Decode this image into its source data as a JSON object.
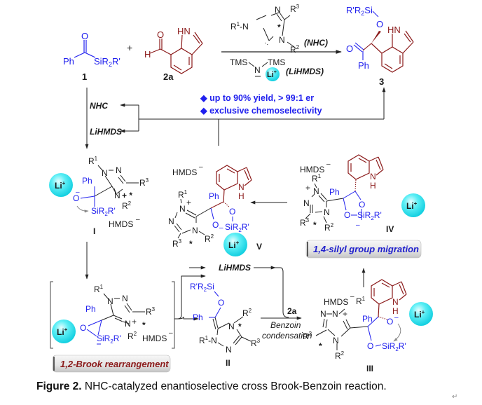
{
  "figure": {
    "caption_label": "Figure 2.",
    "caption_text": " NHC-catalyzed enantioselective cross Brook-Benzoin reaction.",
    "return_mark": "↵"
  },
  "colors": {
    "reagent_blue": "#2020ee",
    "indole_red": "#8b1a1a",
    "lithium_cyan": "#22d8e8",
    "text_black": "#1a1a1a"
  },
  "reaction": {
    "reactant_1": {
      "label": "1",
      "ph": "Ph",
      "o": "O",
      "si": "SiR2R'"
    },
    "plus": "+",
    "reactant_2a": {
      "label": "2a",
      "h": "H",
      "o": "O",
      "hn": "HN"
    },
    "catalyst": {
      "name": "(NHC)",
      "r1": "R1",
      "r2": "R2",
      "r3": "R3",
      "star": "*"
    },
    "base": {
      "name": "(LiHMDS)",
      "tms_left": "TMS",
      "tms_right": "TMS",
      "n": "N",
      "li": "Li+"
    },
    "product_3": {
      "label": "3",
      "si": "R'R2Si",
      "o": "O",
      "ph": "Ph",
      "hn": "HN"
    },
    "highlights": [
      "◆ up to 90% yield, > 99:1 er",
      "◆ exclusive chemoselectivity"
    ],
    "recycle": [
      "NHC",
      "LiHMDS"
    ]
  },
  "intermediates": {
    "I": {
      "label": "I",
      "counter_ion": "HMDS",
      "li": "Li+"
    },
    "bracket": {
      "counter_ion": "HMDS",
      "li": "Li+",
      "tag": "1,2-Brook rearrangement"
    },
    "II": {
      "label": "II",
      "si": "R'R2Si"
    },
    "III": {
      "label": "III",
      "counter_ion": "HMDS",
      "li": "Li+"
    },
    "IV": {
      "label": "IV",
      "counter_ion": "HMDS",
      "li": "Li+",
      "tag": "1,4-silyl group migration"
    },
    "V": {
      "label": "V",
      "counter_ion": "HMDS",
      "li": "Li+"
    }
  },
  "steps": {
    "lihmds_regenerated": "LiHMDS",
    "aldehyde_added": "2a",
    "condensation_line1": "Benzoin",
    "condensation_line2": "condensation"
  }
}
